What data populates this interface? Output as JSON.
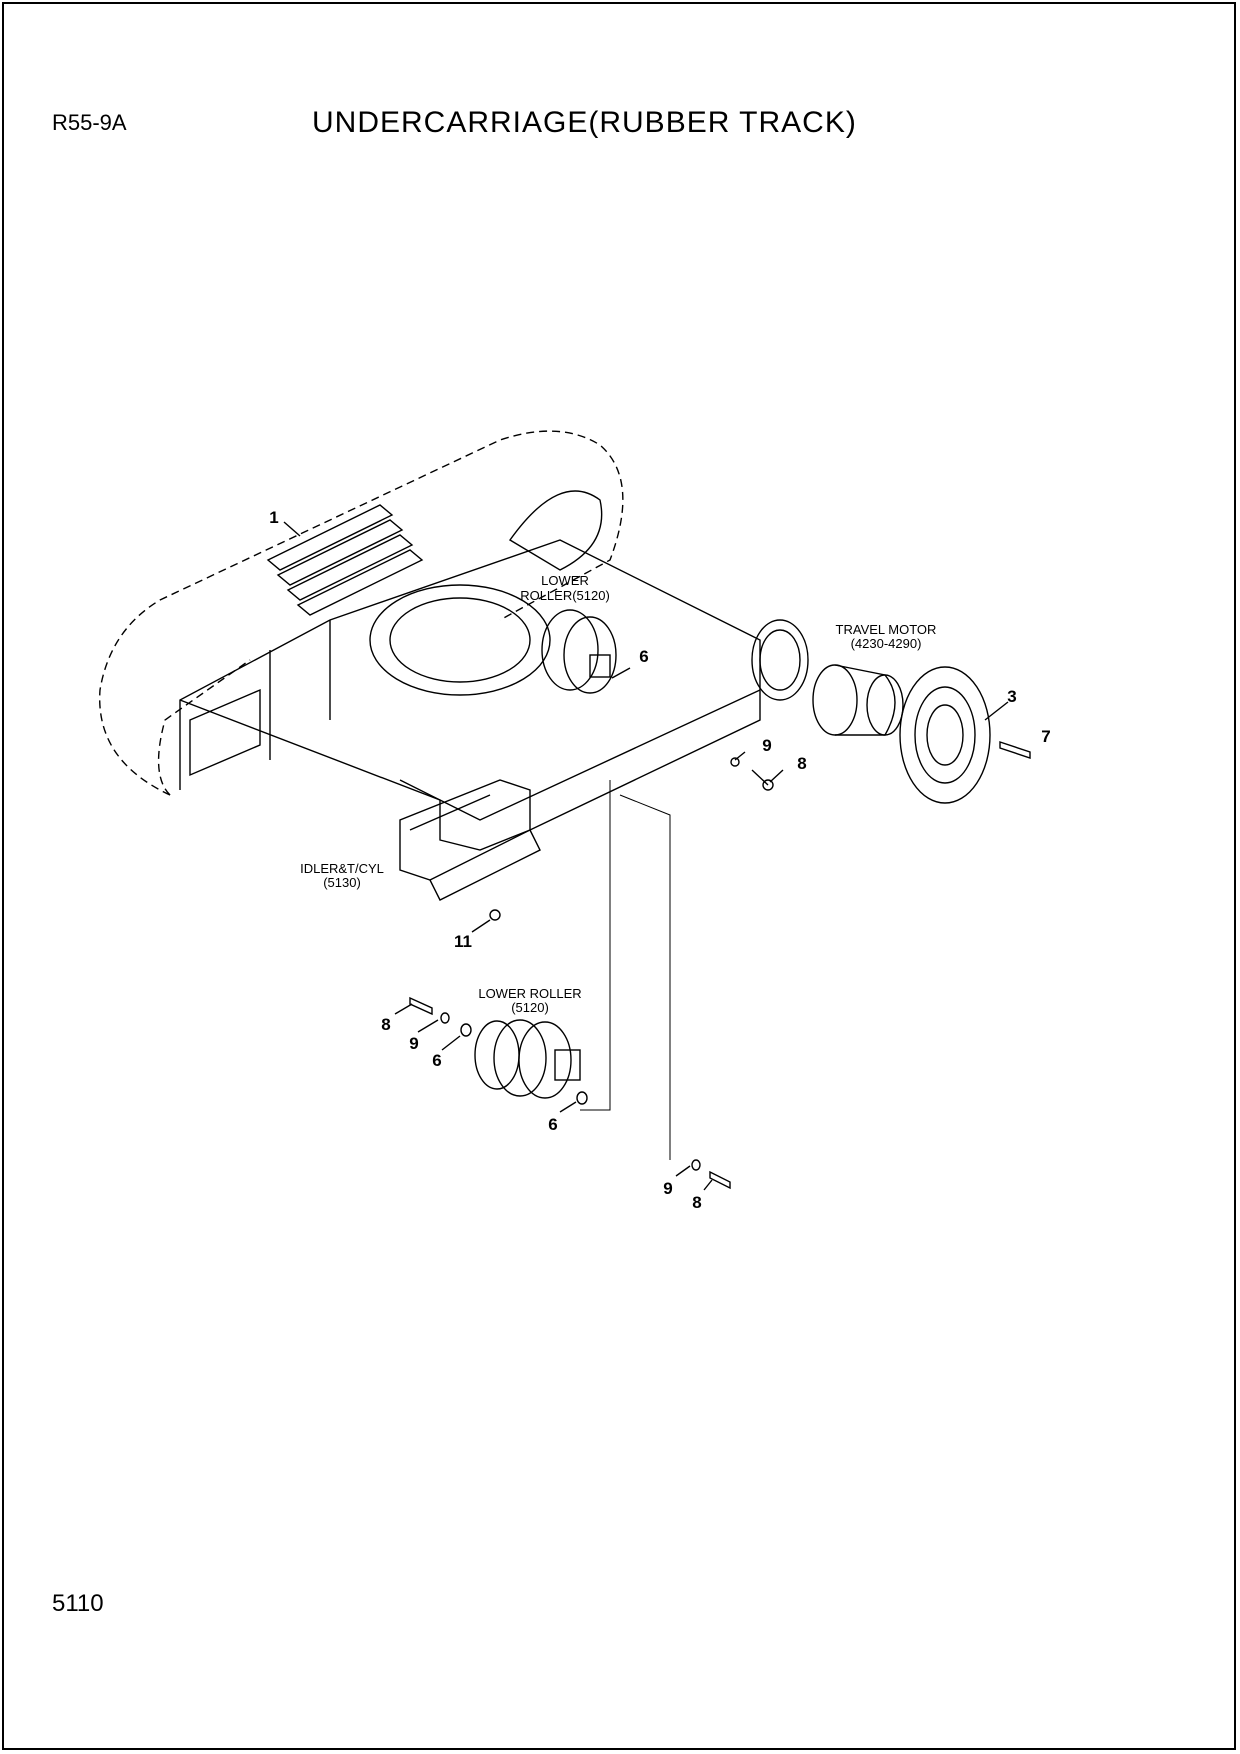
{
  "header": {
    "model": "R55-9A",
    "title": "UNDERCARRIAGE(RUBBER TRACK)"
  },
  "footer": {
    "page_number": "5110"
  },
  "references": {
    "lower_roller_top_line1": "LOWER",
    "lower_roller_top_line2": "ROLLER(5120)",
    "travel_motor_line1": "TRAVEL MOTOR",
    "travel_motor_line2": "(4230-4290)",
    "idler_line1": "IDLER&T/CYL",
    "idler_line2": "(5130)",
    "lower_roller_bottom_line1": "LOWER ROLLER",
    "lower_roller_bottom_line2": "(5120)"
  },
  "callouts": {
    "c1": "1",
    "c3": "3",
    "c6_top": "6",
    "c7": "7",
    "c9_top": "9",
    "c8_top": "8",
    "c11": "11",
    "c8_left": "8",
    "c9_left": "9",
    "c6_left": "6",
    "c6_bottom": "6",
    "c9_bottom": "9",
    "c8_bottom": "8"
  }
}
